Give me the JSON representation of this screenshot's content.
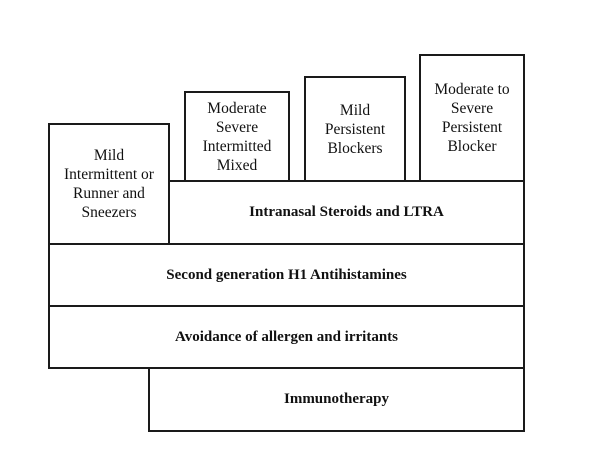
{
  "categories": {
    "mild_intermittent": [
      "Mild",
      "Intermittent or",
      "Runner and",
      "Sneezers"
    ],
    "moderate_severe_intermittent": [
      "Moderate",
      "Severe",
      "Intermitted",
      "Mixed"
    ],
    "mild_persistent": [
      "Mild",
      "Persistent",
      "Blockers"
    ],
    "moderate_severe_persistent": [
      "Moderate to",
      "Severe",
      "Persistent",
      "Blocker"
    ]
  },
  "treatments": {
    "intranasal": "Intranasal Steroids and LTRA",
    "antihistamines": "Second generation H1 Antihistamines",
    "avoidance": "Avoidance of allergen and irritants",
    "immunotherapy": "Immunotherapy"
  }
}
